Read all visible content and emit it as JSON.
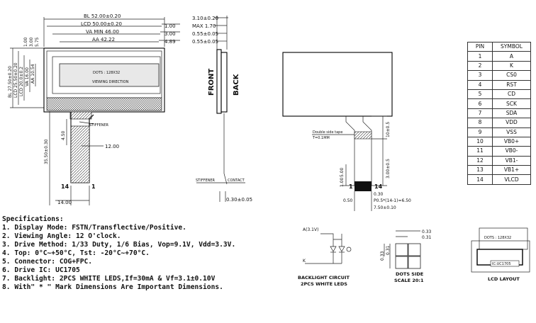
{
  "dimensions": {
    "bl_width": "BL 52.00±0.20",
    "lcd_width": "LCD 50.00±0.20",
    "va_width": "VA MIN 46.00",
    "aa_width": "AA 42.22",
    "off_100": "1.00",
    "off_300": "3.00",
    "off_489": "4.89",
    "left_100": "1.00",
    "left_300": "3.00",
    "left_575": "5.75",
    "bl_height": "BL 27.50±0.20",
    "lcd_height": "LCD 25.50±0.20",
    "lcd_20": "LCD 20.0±0.2",
    "va_height": "VA 16.00",
    "aa_height": "AA 10.54",
    "total_height": "35.50±0.30",
    "fpc_450": "4.50",
    "fpc_1200": "12.00",
    "fpc_width": "14.00",
    "thick_310": "3.10±0.20",
    "max_170": "MAX 1.70",
    "th_055a": "0.55±0.05",
    "th_055b": "0.55±0.05",
    "contact_030": "0.30±0.05",
    "back_100": "10±0.5",
    "back_300": "3.00±0.5",
    "back_500": "5.00",
    "back_100b": "1.00",
    "pitch_030": "0.30",
    "pitch_050": "0.50",
    "pitch_formula": "P0.5*(14-1)=6.50",
    "pitch_750": "7.50±0.10",
    "dot_033a": "0.33",
    "dot_031a": "0.31",
    "dot_033b": "0.33",
    "dot_031b": "0.31"
  },
  "labels": {
    "dots": "DOTS : 128X32",
    "viewing": "VIEWING DIRECTION",
    "stiffener": "STIFFENER",
    "pin14": "14",
    "pin1": "1",
    "front": "FRONT",
    "back": "BACK",
    "stiffener2": "STIFFENER",
    "contact": "CONTACT",
    "tape": "Double side tape",
    "tape_t": "T=0.1MM",
    "bpin1": "1",
    "bpin14": "14",
    "anode": "A(3.1V)",
    "cathode": "K",
    "ic": "IC:UC1705",
    "dots_small": "DOTS : 128X32"
  },
  "captions": {
    "backlight": "BACKLIGHT CIRCUIT",
    "backlight2": "2PCS WHITE LEDS",
    "dots_side": "DOTS SIDE",
    "scale": "SCALE 20:1",
    "layout": "LCD LAYOUT"
  },
  "specs": {
    "heading": "Specifications:",
    "items": [
      "1. Display Mode: FSTN/Transflective/Positive.",
      "2. Viewing Angle:  12 O'clock.",
      "3. Drive Method: 1/33 Duty, 1/6 Bias, Vop=9.1V, Vdd=3.3V.",
      "4. Top: 0°C~+50°C, Tst: -20°C~+70°C.",
      "5. Connector:  COG+FPC.",
      "6. Drive IC: UC1705",
      "7. Backlight: 2PCS WHITE LEDS,If=30mA & Vf=3.1±0.10V",
      "8. With\" * \" Mark Dimensions Are Important Dimensions."
    ]
  },
  "pin_table": {
    "headers": [
      "PIN",
      "SYMBOL"
    ],
    "rows": [
      [
        "1",
        "A"
      ],
      [
        "2",
        "K"
      ],
      [
        "3",
        "CS0"
      ],
      [
        "4",
        "RST"
      ],
      [
        "5",
        "CD"
      ],
      [
        "6",
        "SCK"
      ],
      [
        "7",
        "SDA"
      ],
      [
        "8",
        "VDD"
      ],
      [
        "9",
        "VSS"
      ],
      [
        "10",
        "VB0+"
      ],
      [
        "11",
        "VB0-"
      ],
      [
        "12",
        "VB1-"
      ],
      [
        "13",
        "VB1+"
      ],
      [
        "14",
        "VLCD"
      ]
    ]
  }
}
